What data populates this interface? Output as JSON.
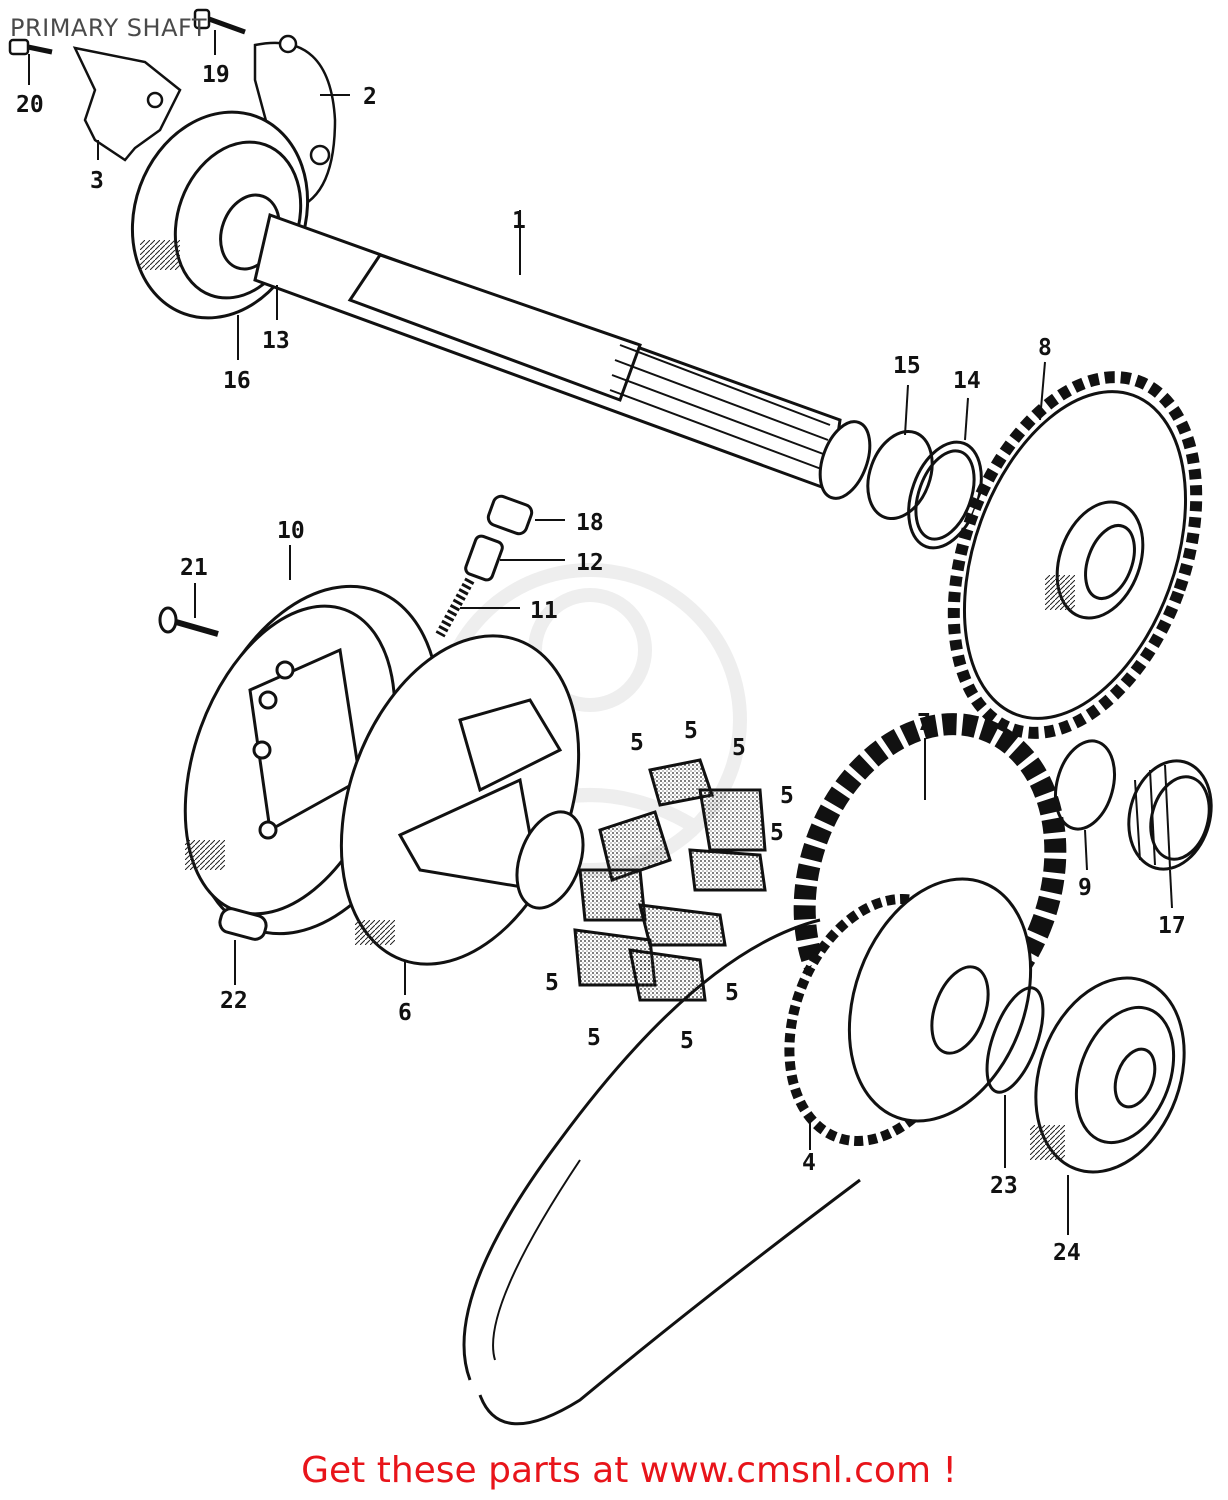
{
  "title": "PRIMARY SHAFT",
  "footer": "Get these parts at www.cmsnl.com !",
  "colors": {
    "ink": "#111111",
    "footer": "#e8141a",
    "watermark": "#dedede"
  },
  "callouts": [
    "1",
    "2",
    "3",
    "4",
    "5",
    "5",
    "5",
    "5",
    "5",
    "5",
    "5",
    "5",
    "5",
    "6",
    "7",
    "8",
    "9",
    "10",
    "11",
    "12",
    "13",
    "14",
    "15",
    "16",
    "17",
    "18",
    "19",
    "20",
    "21",
    "22",
    "23",
    "24"
  ]
}
